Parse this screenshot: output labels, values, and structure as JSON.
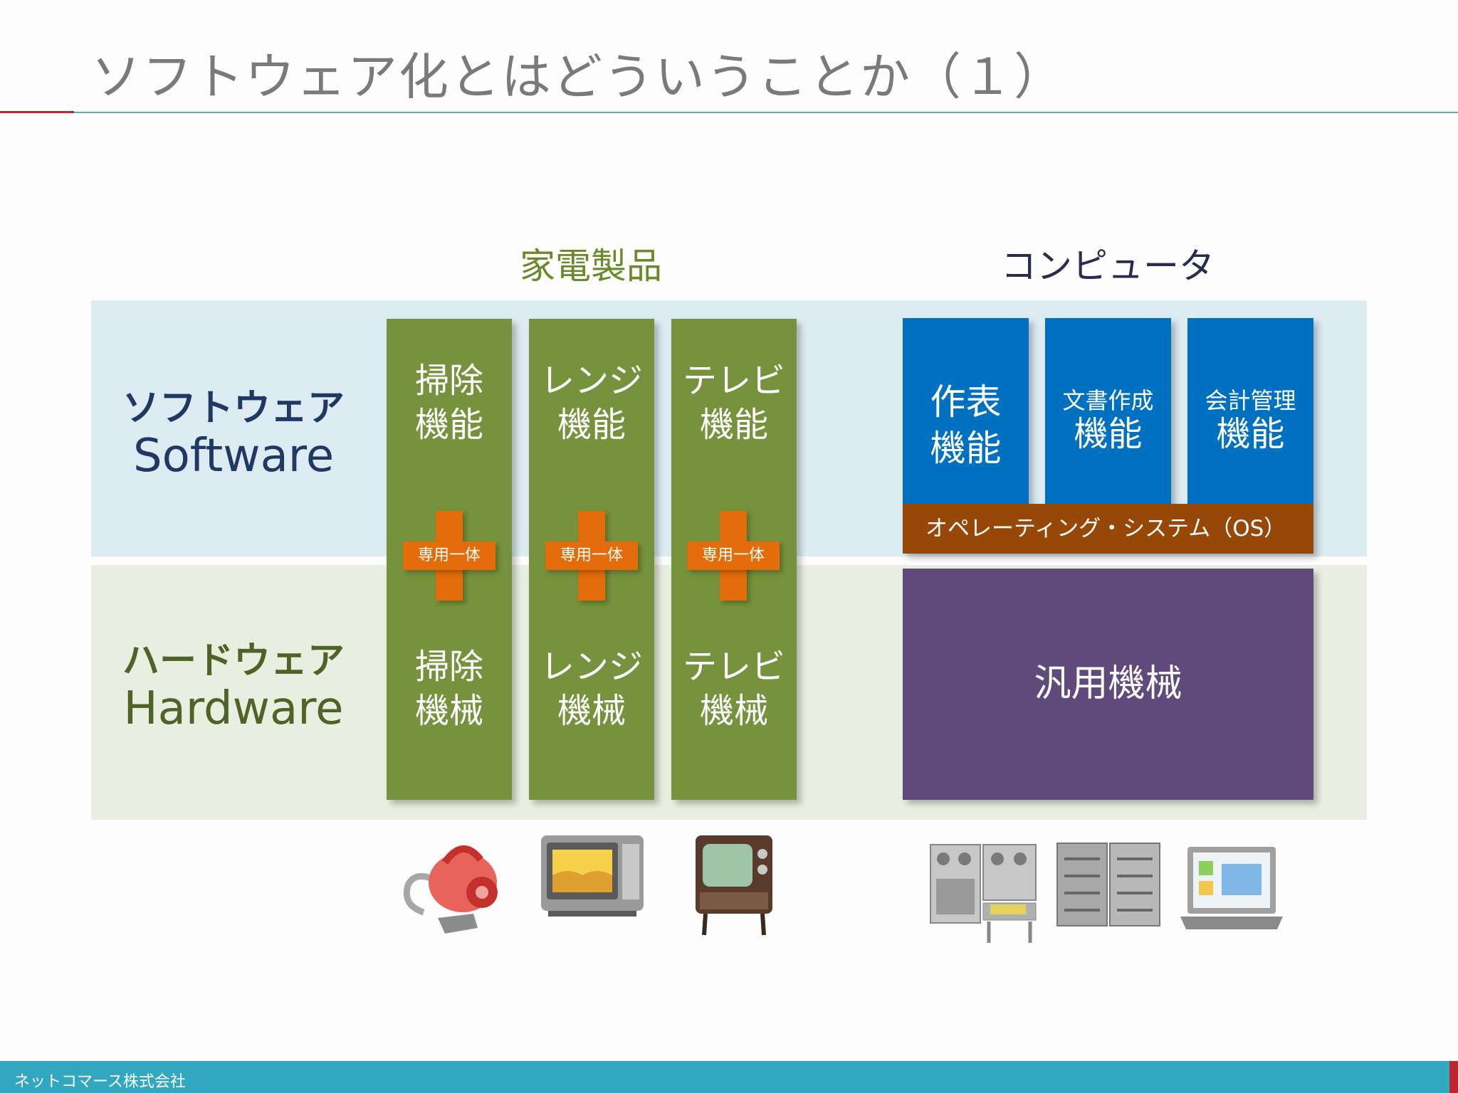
{
  "slide": {
    "title": "ソフトウェア化とはどういうことか（１）",
    "company": "ネットコマース株式会社"
  },
  "categories": {
    "appliances": "家電製品",
    "computer": "コンピュータ"
  },
  "rows": {
    "software": {
      "jp": "ソフトウェア",
      "en": "Software"
    },
    "hardware": {
      "jp": "ハードウェア",
      "en": "Hardware"
    }
  },
  "appliances": [
    {
      "sw_line1": "掃除",
      "sw_line2": "機能",
      "hw_line1": "掃除",
      "hw_line2": "機械",
      "plus_label": "専用一体",
      "icon": "vacuum-cleaner-icon"
    },
    {
      "sw_line1": "レンジ",
      "sw_line2": "機能",
      "hw_line1": "レンジ",
      "hw_line2": "機械",
      "plus_label": "専用一体",
      "icon": "microwave-oven-icon"
    },
    {
      "sw_line1": "テレビ",
      "sw_line2": "機能",
      "hw_line1": "テレビ",
      "hw_line2": "機械",
      "plus_label": "専用一体",
      "icon": "retro-tv-icon"
    }
  ],
  "computer": {
    "apps": [
      {
        "line1": "作表",
        "line2": "機能"
      },
      {
        "line1": "文書作成",
        "line2": "機能"
      },
      {
        "line1": "会計管理",
        "line2": "機能"
      }
    ],
    "os": "オペレーティング・システム（OS）",
    "hardware": "汎用機械",
    "icons": [
      "mainframe-computer-icon",
      "server-rack-icon",
      "laptop-icon"
    ]
  },
  "colors": {
    "appliance_green": "#76923c",
    "plus_orange": "#e46c0a",
    "app_blue": "#0070c0",
    "os_brown": "#984806",
    "hardware_purple": "#604a7b",
    "software_band": "#dcecf2",
    "hardware_band": "#e9efe0",
    "footer_teal": "#31a8bf"
  }
}
